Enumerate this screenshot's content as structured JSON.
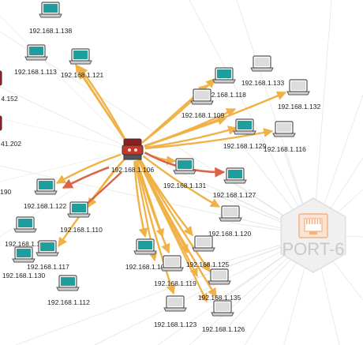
{
  "hub": {
    "ip": "192.168.1.106",
    "icon": "malicious-host-icon",
    "color": "#c0392b"
  },
  "port": {
    "label": "PORT-6",
    "icon": "ethernet-port-icon",
    "color": "#f4b183"
  },
  "colors": {
    "edge": "#f0b246",
    "edge_alert": "#d9644a",
    "teal_screen": "#1f9e9e",
    "gray_screen": "#dcdcdc"
  },
  "offscreen_labels": [
    "4.152",
    "41.202",
    ".190"
  ],
  "nodes": [
    {
      "ip": "192.168.1.138",
      "state": "active"
    },
    {
      "ip": "192.168.1.113",
      "state": "active"
    },
    {
      "ip": "192.168.1.121",
      "state": "active"
    },
    {
      "ip": "192.168.1.133",
      "state": "idle"
    },
    {
      "ip": "192.168.1.118",
      "state": "active"
    },
    {
      "ip": "192.168.1.132",
      "state": "idle"
    },
    {
      "ip": "192.168.1.109",
      "state": "idle"
    },
    {
      "ip": "192.168.1.129",
      "state": "active"
    },
    {
      "ip": "192.168.1.116",
      "state": "idle"
    },
    {
      "ip": "192.168.1.131",
      "state": "active"
    },
    {
      "ip": "192.168.1.127",
      "state": "active"
    },
    {
      "ip": "192.168.1.122",
      "state": "active"
    },
    {
      "ip": "192.168.1.110",
      "state": "active"
    },
    {
      "ip": "192.168.1.114",
      "state": "active"
    },
    {
      "ip": "192.168.1.117",
      "state": "active"
    },
    {
      "ip": "192.168.1.130",
      "state": "active"
    },
    {
      "ip": "192.168.1.120",
      "state": "idle"
    },
    {
      "ip": "192.168.1.103",
      "state": "active"
    },
    {
      "ip": "192.168.1.125",
      "state": "idle"
    },
    {
      "ip": "192.168.1.119",
      "state": "idle"
    },
    {
      "ip": "192.168.1.135",
      "state": "idle"
    },
    {
      "ip": "192.168.1.112",
      "state": "active"
    },
    {
      "ip": "192.168.1.123",
      "state": "idle"
    },
    {
      "ip": "192.168.1.126",
      "state": "idle"
    }
  ]
}
